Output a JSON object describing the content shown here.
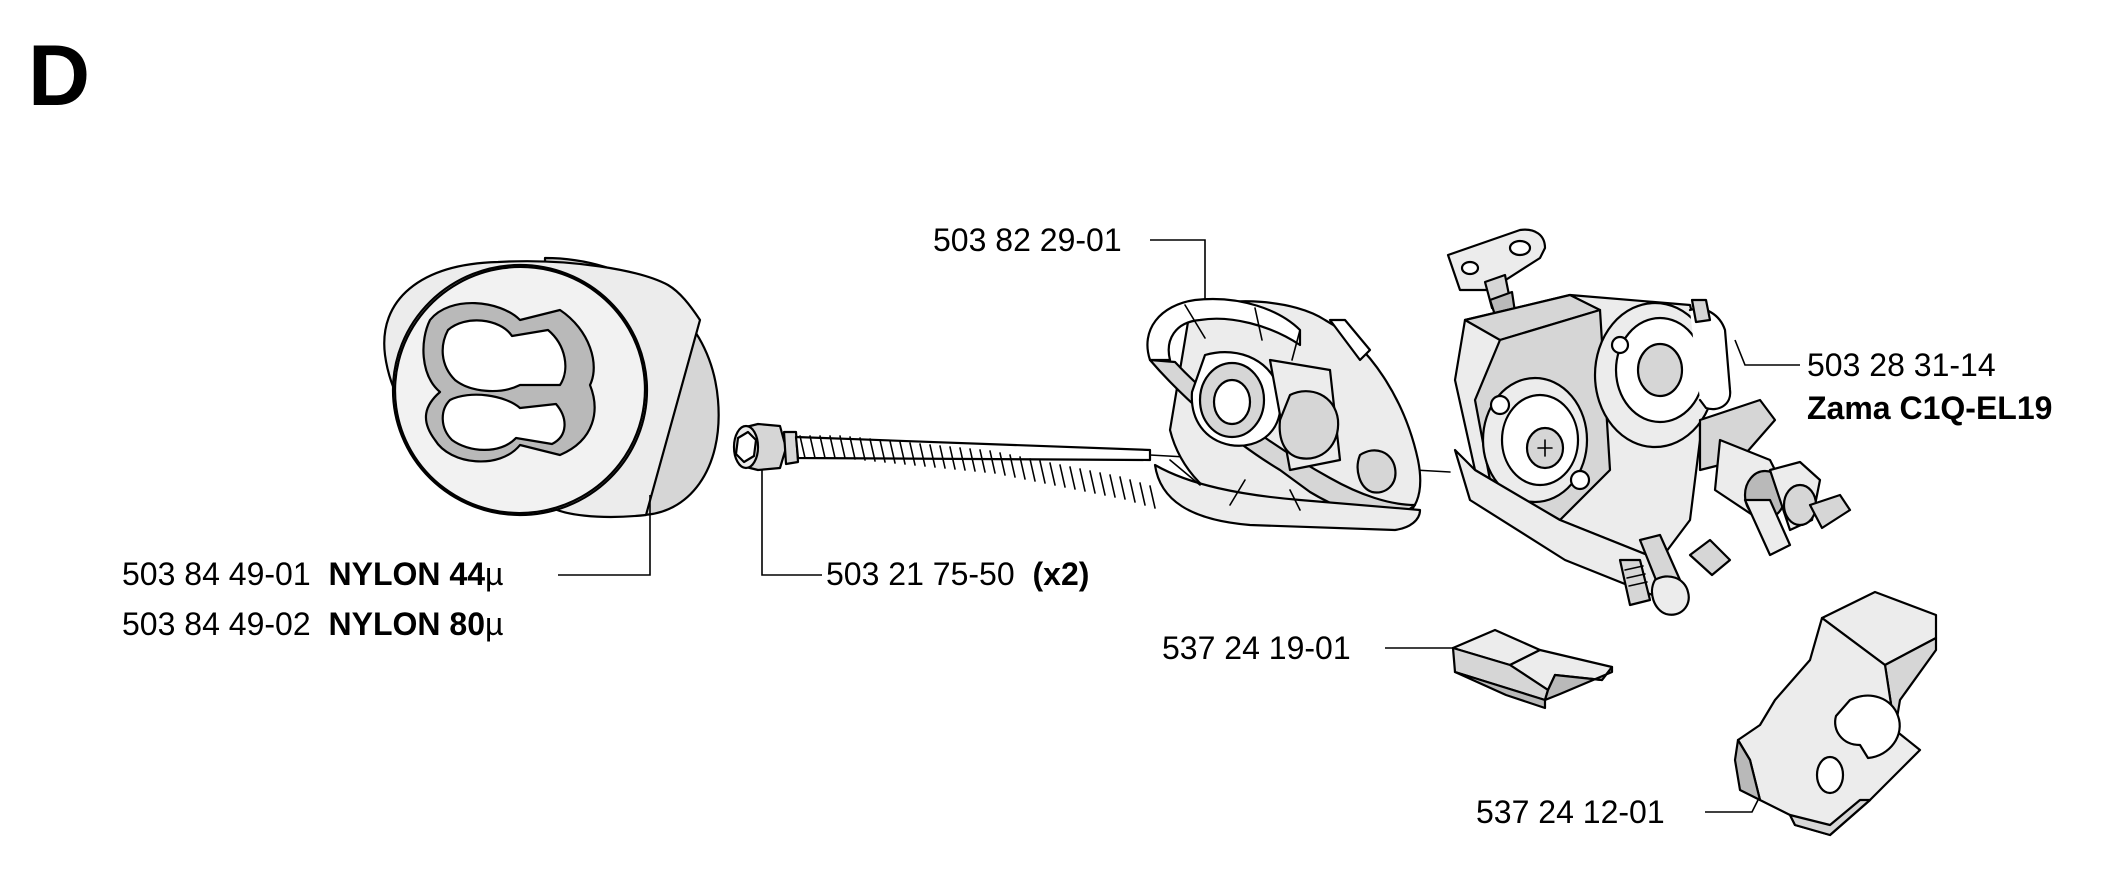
{
  "section_letter": "D",
  "parts": {
    "filter": {
      "part_no_1": "503 84 49-01",
      "material_1": "NYLON 44",
      "unit_1": "µ",
      "part_no_2": "503 84 49-02",
      "material_2": "NYLON 80",
      "unit_2": "µ"
    },
    "screw": {
      "part_no": "503 21 75-50",
      "qty": "(x2)"
    },
    "filter_holder": {
      "part_no": "503 82 29-01"
    },
    "carburetor": {
      "part_no": "503 28 31-14",
      "model": "Zama C1Q-EL19"
    },
    "spacer_small": {
      "part_no": "537 24 19-01"
    },
    "gasket_block": {
      "part_no": "537 24 12-01"
    }
  }
}
